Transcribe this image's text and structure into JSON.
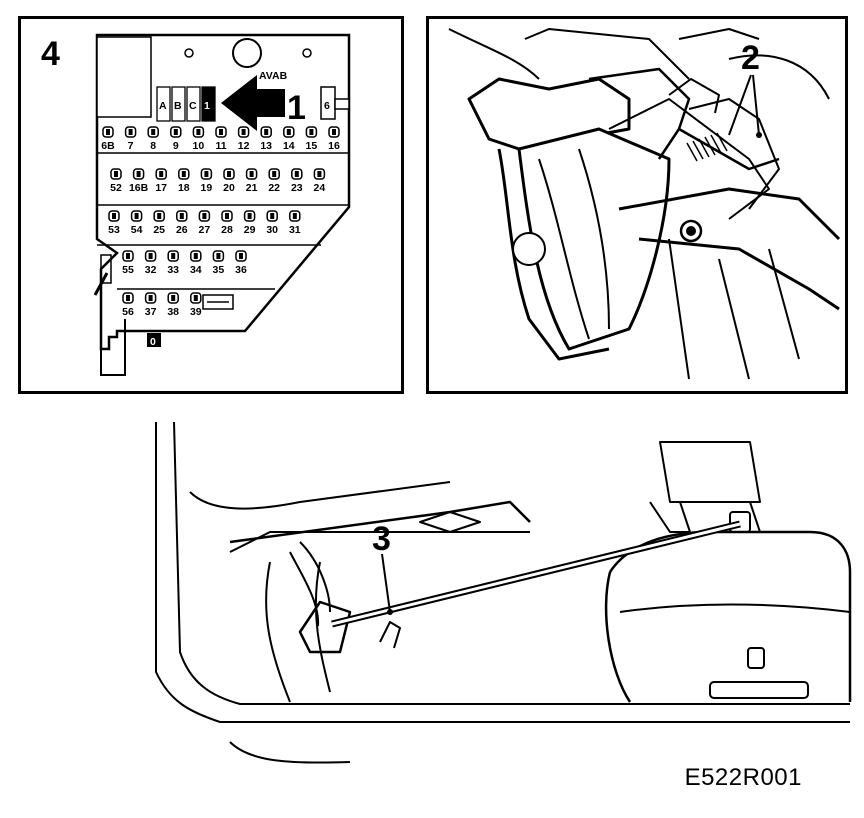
{
  "figure_code": "E522R001",
  "callouts": {
    "fuse_panel": "4",
    "fuse_arrow": "1",
    "brake": "2",
    "seat": "3"
  },
  "fuse_box": {
    "brand": "AVAB",
    "top_row": [
      "A",
      "B",
      "C",
      "1"
    ],
    "side_fuse": "6",
    "rows": [
      [
        "6B",
        "7",
        "8",
        "9",
        "10",
        "11",
        "12",
        "13",
        "14",
        "15",
        "16"
      ],
      [
        "52",
        "16B",
        "17",
        "18",
        "19",
        "20",
        "21",
        "22",
        "23",
        "24"
      ],
      [
        "53",
        "54",
        "25",
        "26",
        "27",
        "28",
        "29",
        "30",
        "31"
      ],
      [
        "55",
        "32",
        "33",
        "34",
        "35",
        "36"
      ],
      [
        "56",
        "37",
        "38",
        "39"
      ]
    ],
    "bottom_mark": "0"
  }
}
